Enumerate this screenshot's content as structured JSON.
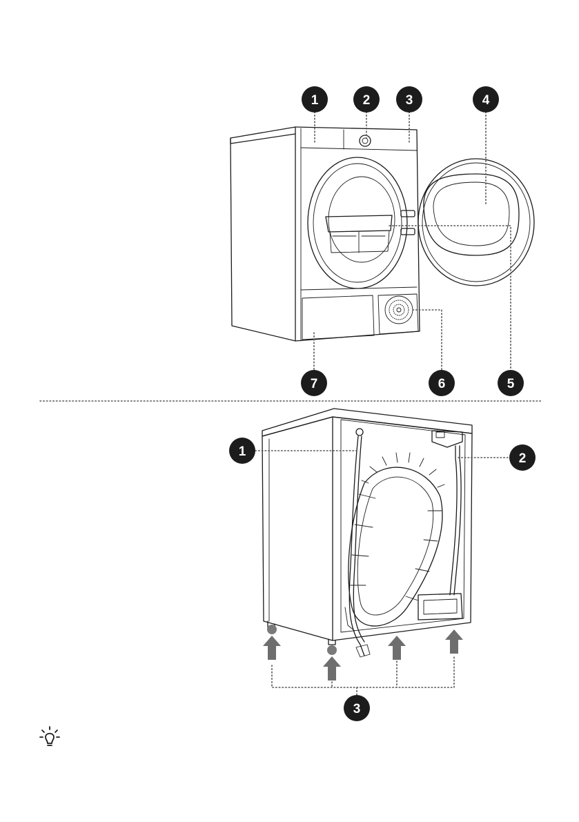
{
  "front_view": {
    "callouts": [
      {
        "id": "front-1",
        "label": "1"
      },
      {
        "id": "front-2",
        "label": "2"
      },
      {
        "id": "front-3",
        "label": "3"
      },
      {
        "id": "front-4",
        "label": "4"
      },
      {
        "id": "front-5",
        "label": "5"
      },
      {
        "id": "front-6",
        "label": "6"
      },
      {
        "id": "front-7",
        "label": "7"
      }
    ]
  },
  "rear_view": {
    "callouts": [
      {
        "id": "rear-1",
        "label": "1"
      },
      {
        "id": "rear-2",
        "label": "2"
      },
      {
        "id": "rear-3",
        "label": "3"
      }
    ]
  },
  "tip": {
    "icon": "lightbulb-icon"
  }
}
